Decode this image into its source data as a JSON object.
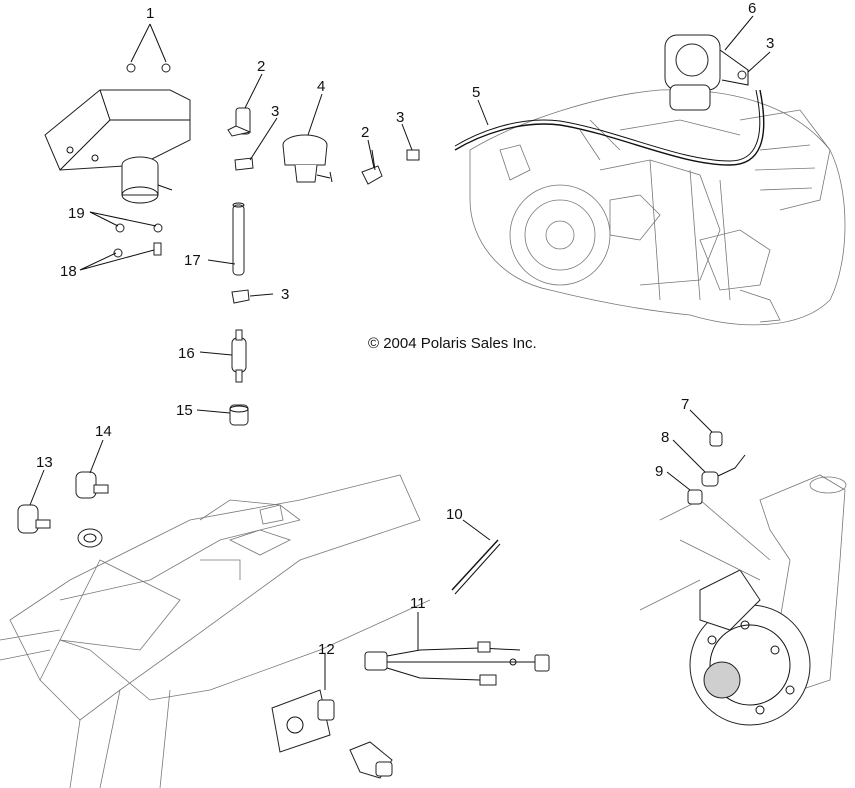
{
  "copyright": "© 2004 Polaris Sales Inc.",
  "callouts": [
    "1",
    "2",
    "3",
    "4",
    "3",
    "2",
    "3",
    "5",
    "6",
    "3",
    "19",
    "18",
    "17",
    "3",
    "16",
    "15",
    "14",
    "13",
    "7",
    "8",
    "9",
    "10",
    "11",
    "12"
  ]
}
